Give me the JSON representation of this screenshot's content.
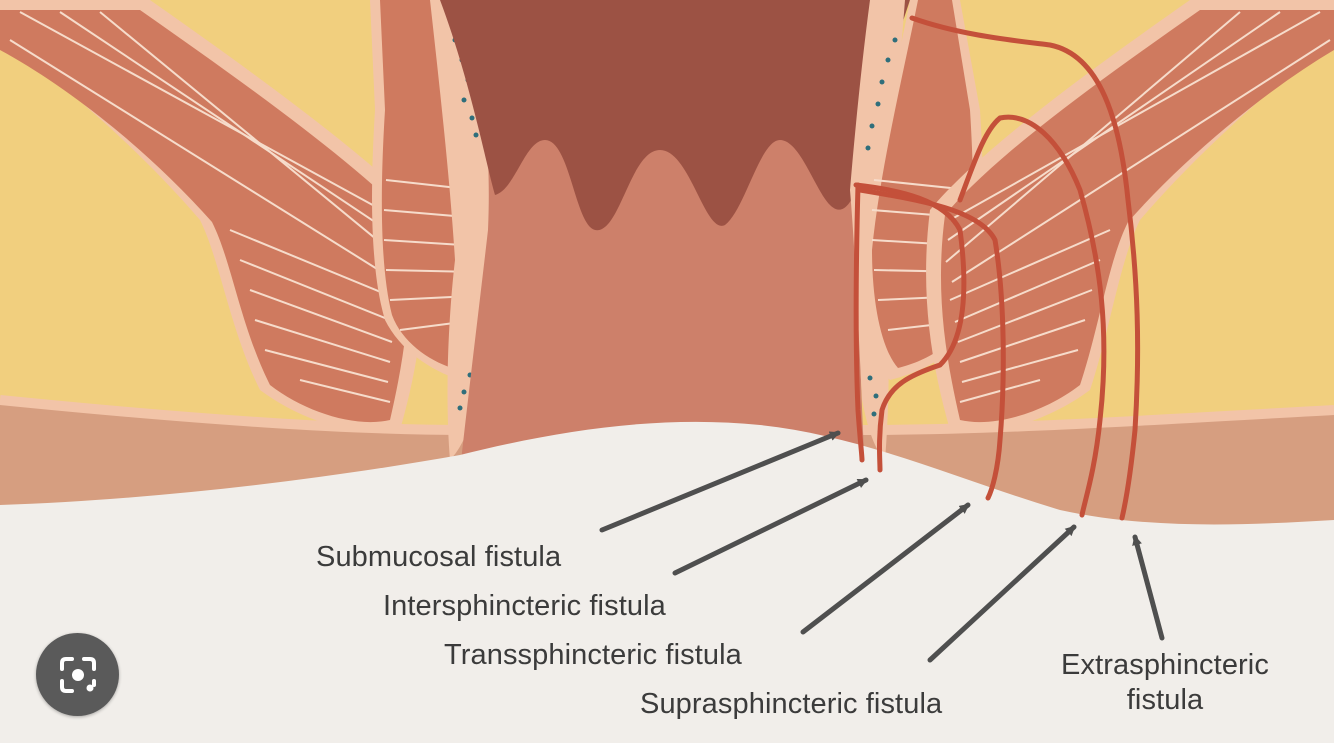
{
  "diagram": {
    "labels": {
      "submucosal": "Submucosal fistula",
      "intersphincteric": "Intersphincteric fistula",
      "transsphincteric": "Transsphincteric fistula",
      "suprasphincteric": "Suprasphincteric fistula",
      "extrasphincteric": "Extrasphincteric fistula"
    }
  },
  "colors": {
    "fat": "#f1cf7e",
    "muscle": "#cf7a5f",
    "muscle_line": "#f6dccb",
    "sheath": "#f2c4a8",
    "lumen_dark": "#9c5244",
    "canal": "#cd806a",
    "skin": "#d69e80",
    "skin_white": "#f1eeea",
    "fistula": "#c4503a",
    "gland_dots": "#2f6e7b",
    "arrow": "#4f4f4f"
  },
  "ui": {
    "lens_button": "lens-search-icon"
  }
}
